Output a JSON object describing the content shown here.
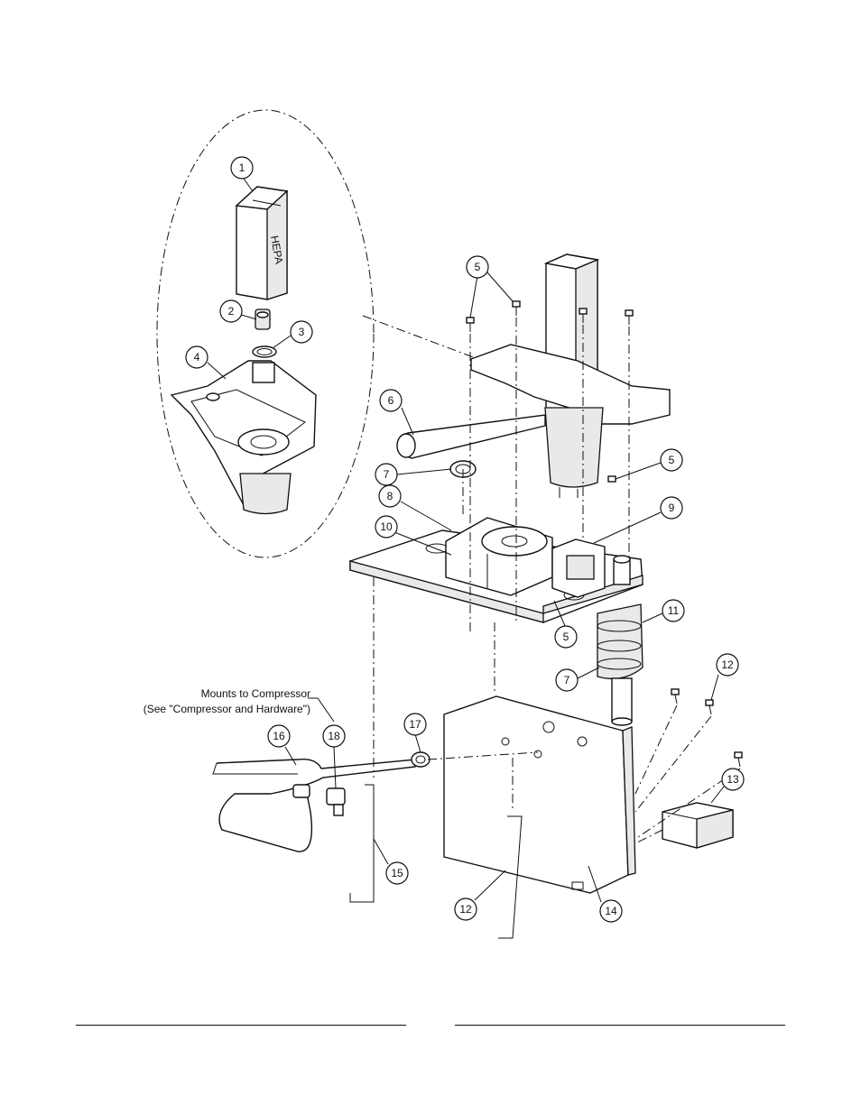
{
  "diagram": {
    "note_line1": "Mounts to Compressor",
    "note_line2": "(See \"Compressor and Hardware\")",
    "callouts": [
      {
        "id": "c1",
        "label": "1"
      },
      {
        "id": "c2",
        "label": "2"
      },
      {
        "id": "c3",
        "label": "3"
      },
      {
        "id": "c4",
        "label": "4"
      },
      {
        "id": "c5a",
        "label": "5"
      },
      {
        "id": "c5b",
        "label": "5"
      },
      {
        "id": "c5c",
        "label": "5"
      },
      {
        "id": "c6",
        "label": "6"
      },
      {
        "id": "c7a",
        "label": "7"
      },
      {
        "id": "c7b",
        "label": "7"
      },
      {
        "id": "c8",
        "label": "8"
      },
      {
        "id": "c9",
        "label": "9"
      },
      {
        "id": "c10",
        "label": "10"
      },
      {
        "id": "c11",
        "label": "11"
      },
      {
        "id": "c12a",
        "label": "12"
      },
      {
        "id": "c12b",
        "label": "12"
      },
      {
        "id": "c13",
        "label": "13"
      },
      {
        "id": "c14",
        "label": "14"
      },
      {
        "id": "c15",
        "label": "15"
      },
      {
        "id": "c16",
        "label": "16"
      },
      {
        "id": "c17",
        "label": "17"
      },
      {
        "id": "c18",
        "label": "18"
      }
    ]
  }
}
